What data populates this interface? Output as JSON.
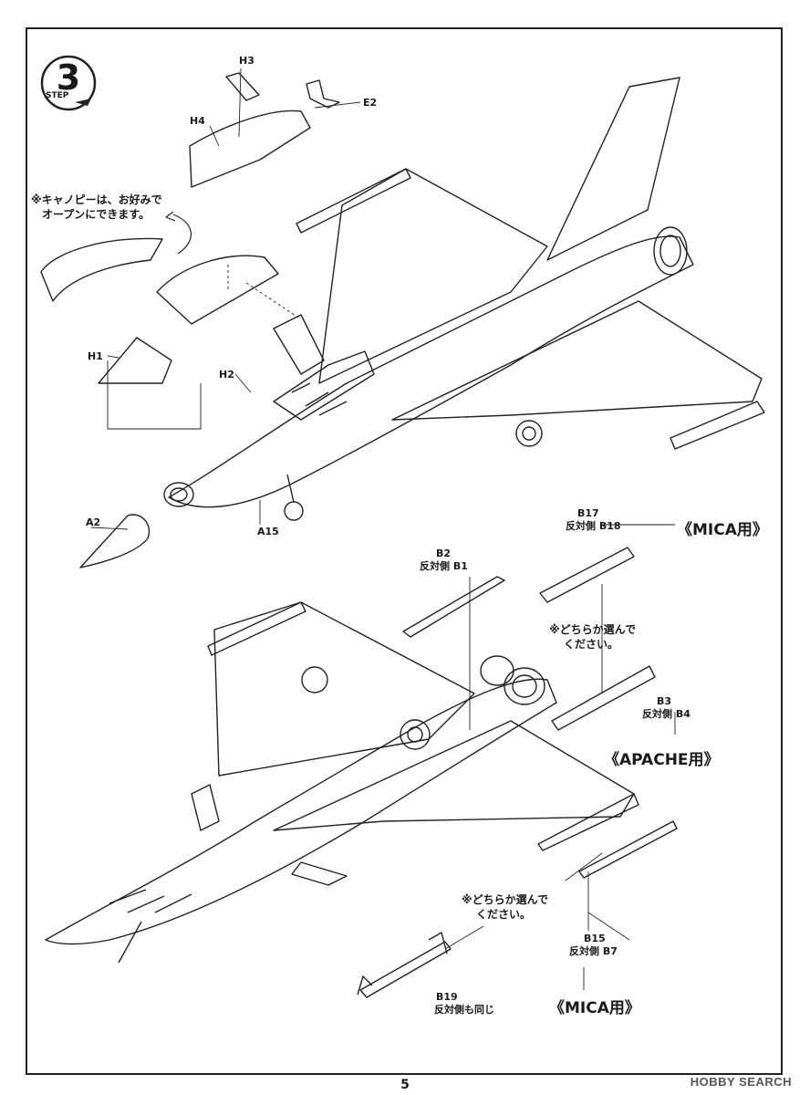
{
  "step": {
    "number": "3",
    "label": "STEP"
  },
  "parts": {
    "h3": "H3",
    "h4": "H4",
    "e2": "E2",
    "h1": "H1",
    "h2": "H2",
    "a2": "A2",
    "a15": "A15",
    "b2": "B2",
    "b1": "反対側 B1",
    "b17": "B17",
    "b18": "反対側 B18",
    "b3": "B3",
    "b4": "反対側 B4",
    "b15": "B15",
    "b7": "反対側 B7",
    "b19": "B19",
    "b19_note": "反対側も同じ"
  },
  "notes": {
    "canopy_line1": "※キャノピーは、お好みで",
    "canopy_line2": "オープンにできます。",
    "choose_top_line1": "※どちらか選んで",
    "choose_top_line2": "ください。",
    "choose_bottom_line1": "※どちらか選んで",
    "choose_bottom_line2": "ください。"
  },
  "callouts": {
    "mica_top": "《MICA用》",
    "apache": "《APACHE用》",
    "mica_bottom": "《MICA用》"
  },
  "page_number": "5",
  "watermark": "HOBBY SEARCH"
}
